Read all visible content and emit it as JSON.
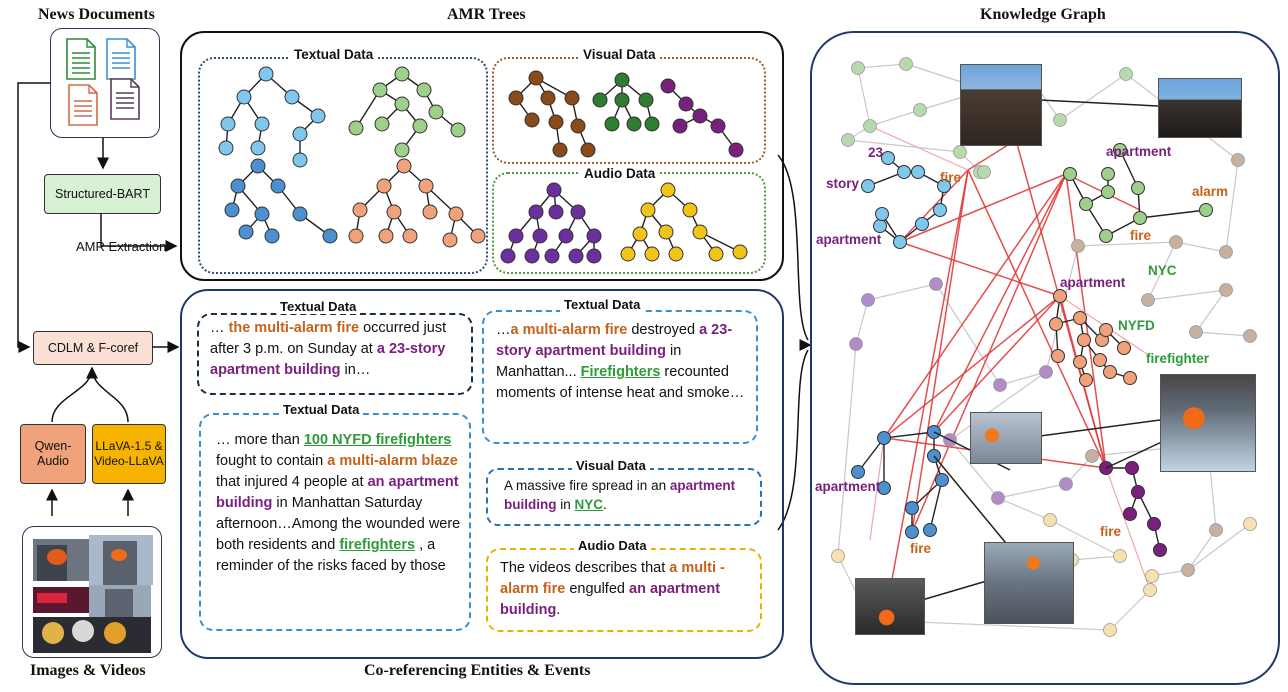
{
  "titles": {
    "news_documents": "News Documents",
    "amr_trees": "AMR Trees",
    "knowledge_graph": "Knowledge Graph",
    "images_videos": "Images & Videos",
    "coref": "Co-referencing Entities & Events"
  },
  "pipeline": {
    "structured_bart": "Structured-BART",
    "amr_extraction": "AMR Extraction",
    "cdlm": "CDLM & F-coref",
    "qwen_audio": "Qwen-Audio",
    "llava": "LLaVA-1.5 & Video-LLaVA"
  },
  "amr_panel": {
    "textual": "Textual Data",
    "visual": "Visual Data",
    "audio": "Audio Data"
  },
  "coref_panel": {
    "box1_title": "Textual Data",
    "box1": {
      "t1": "… ",
      "e1": "the multi-alarm fire",
      "t2": " occurred just after 3 p.m. on Sunday at ",
      "e2": "a 23-story apartment building",
      "t3": " in…"
    },
    "box2_title": "Textual Data",
    "box2": {
      "t1": "…",
      "e1": "a multi-alarm fire",
      "t2": " destroyed ",
      "e2": "a 23-story apartment building",
      "t3": " in Manhattan... ",
      "e3": "Firefighters",
      "t4": " recounted moments of intense heat and smoke…"
    },
    "box3_title": "Textual Data",
    "box3": {
      "t1": "… more than ",
      "e1": "100 NYFD firefighters",
      "t2": " fought to contain ",
      "e2": "a multi-alarm blaze",
      "t3": " that injured 4 people at ",
      "e3": "an apartment building",
      "t4": " in Manhattan Saturday afternoon…Among the wounded were both residents and ",
      "e4": "firefighters",
      "t5": " , a reminder of the risks faced by those"
    },
    "box4_title": "Visual Data",
    "box4": {
      "t1": "A massive fire spread in an ",
      "e1": "apartment building",
      "t2": " in ",
      "e2": "NYC",
      "t3": "."
    },
    "box5_title": "Audio Data",
    "box5": {
      "t1": "The videos describes that ",
      "e1": "a multi - alarm fire",
      "t2": " engulfed ",
      "e2": "an apartment building",
      "t3": "."
    }
  },
  "kg_labels": {
    "l23": "23",
    "story": "story",
    "fire1": "fire",
    "apartment1": "apartment",
    "apartment2": "apartment",
    "alarm": "alarm",
    "fire2": "fire",
    "apartment3": "apartment",
    "nyc": "NYC",
    "nyfd": "NYFD",
    "firefighter": "firefighter",
    "apartment4": "apartment",
    "fire3": "fire",
    "fire4": "fire"
  },
  "colors": {
    "orange": "#c5621b",
    "purple": "#7a1f7e",
    "green": "#2e9b3a",
    "kg_red": "#e23b3b"
  },
  "icons": [
    "document-icon",
    "photo-thumbnail",
    "tree-node",
    "arrow"
  ]
}
